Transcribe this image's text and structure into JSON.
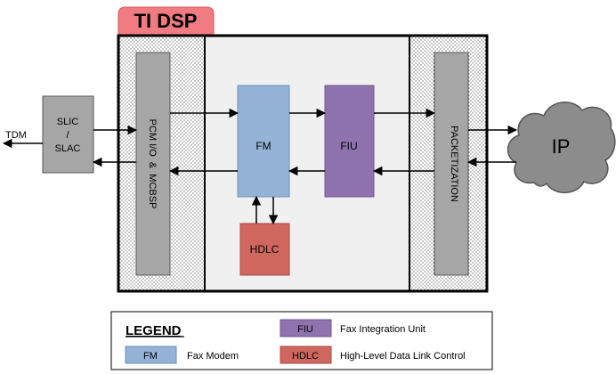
{
  "dsp": {
    "title": "TI DSP"
  },
  "blocks": {
    "slic": {
      "line1": "SLIC",
      "line2": "/",
      "line3": "SLAC"
    },
    "pcm": {
      "label": "PCM I/O  &  MCBSP"
    },
    "fm": {
      "label": "FM"
    },
    "fiu": {
      "label": "FIU"
    },
    "hdlc": {
      "label": "HDLC"
    },
    "packetization": {
      "label": "PACKETIZATION"
    },
    "ip": {
      "label": "IP"
    }
  },
  "external": {
    "tdm": "TDM"
  },
  "legend": {
    "title": "LEGEND",
    "items": [
      {
        "abbr": "FM",
        "desc": "Fax Modem"
      },
      {
        "abbr": "FIU",
        "desc": "Fax Integration Unit"
      },
      {
        "abbr": "HDLC",
        "desc": "High-Level Data Link Control"
      }
    ]
  },
  "colors": {
    "dsp_tab": "#F07B80",
    "fm": "#95B3D7",
    "fiu": "#8E73AE",
    "hdlc": "#D0675F",
    "gray_block": "#A6A6A6",
    "cloud": "#8C8C8C",
    "center_fill": "#F0F0F0"
  }
}
